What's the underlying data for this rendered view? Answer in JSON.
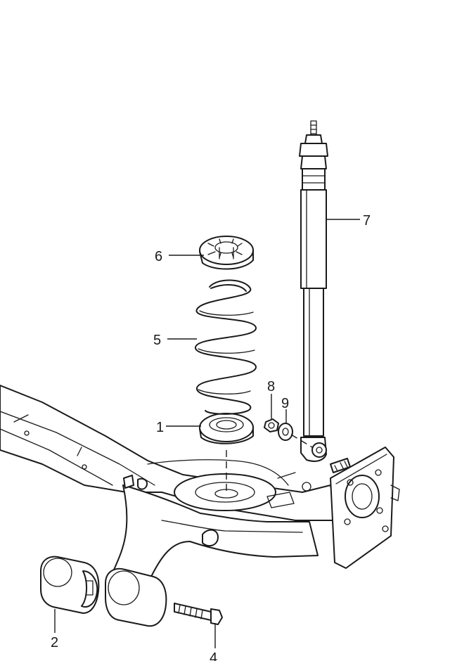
{
  "callouts": {
    "c1": "1",
    "c2": "2",
    "c4": "4",
    "c5": "5",
    "c6": "6",
    "c7": "7",
    "c8": "8",
    "c9": "9"
  },
  "colors": {
    "line": "#1a1a1a",
    "background": "#ffffff"
  }
}
